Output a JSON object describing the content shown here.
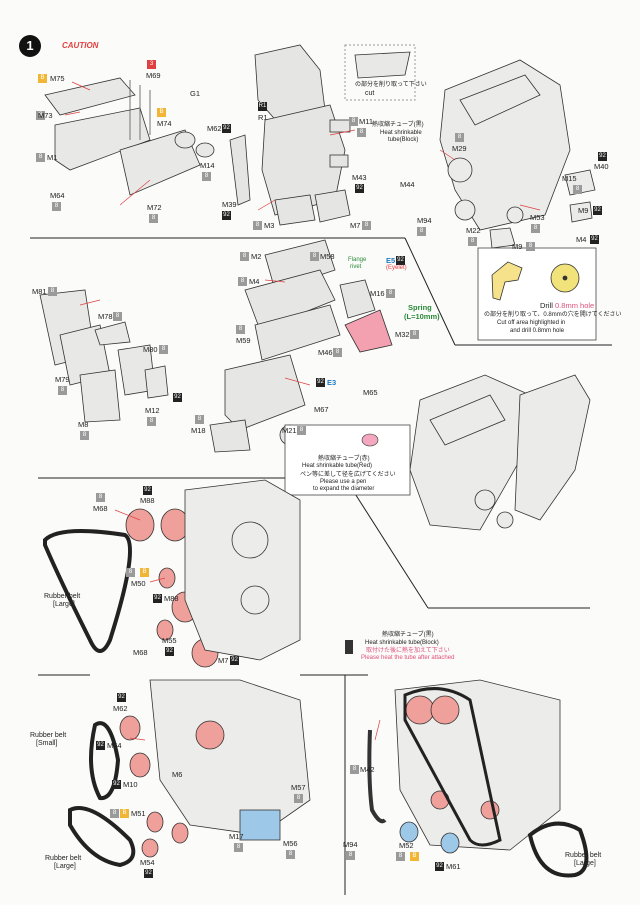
{
  "step": {
    "number": "1",
    "caution": "CAUTION"
  },
  "labels": {
    "m75": "M75",
    "m69": "M69",
    "m73": "M73",
    "m74": "M74",
    "g1": "G1",
    "m62a": "M62",
    "r1": "R1",
    "m11": "M11",
    "m1": "M1",
    "m14": "M14",
    "m64": "M64",
    "m72": "M72",
    "m43": "M43",
    "m39": "M39",
    "m3": "M3",
    "m7": "M7",
    "m29": "M29",
    "m40": "M40",
    "m44": "M44",
    "m15": "M15",
    "m94a": "M94",
    "m22": "M22",
    "m53": "M53",
    "m9a": "M9",
    "m9b": "M9",
    "m4a": "M4",
    "m2": "M2",
    "m58": "M58",
    "m4b": "M4",
    "m16": "M16",
    "m81": "M81",
    "m78": "M78",
    "m59": "M59",
    "m32": "M32",
    "m80": "M80",
    "m79": "M79",
    "m46": "M46",
    "m12": "M12",
    "m8": "M8",
    "m65": "M65",
    "m67": "M67",
    "m18": "M18",
    "m21": "M21",
    "m68a": "M68",
    "m88a": "M88",
    "m50": "M50",
    "m88b": "M88",
    "m55": "M55",
    "m68b": "M68",
    "m7b": "M7",
    "m62b": "M62",
    "m54a": "M54",
    "m6": "M6",
    "m10": "M10",
    "m57": "M57",
    "m51": "M51",
    "m17": "M17",
    "m56": "M56",
    "m54b": "M54",
    "m42": "M42",
    "m94b": "M94",
    "m52": "M52",
    "m61": "M61"
  },
  "tags": {
    "t3": "3",
    "tB": "B",
    "tE1": "E1",
    "tR1": "R1",
    "t92": "92",
    "t8": "8"
  },
  "notes": {
    "cut_jp": "の部分を削り取って下さい",
    "cut_en": "cut",
    "tube_block_jp": "熱収縮チューブ(黒)",
    "tube_block_en1": "Heat shrinkable",
    "tube_block_en2": "tube(Block)",
    "flange": "Flange",
    "rivet": "rivet",
    "e5": "E5",
    "e5_sub": "(Eyelet)",
    "spring1": "Spring",
    "spring2": "(L=10mm)",
    "drill": "Drill",
    "drill_size": "0.8mm hole",
    "cutoff_jp": "の部分を削り取って、0.8mmの穴を開けてください",
    "cutoff_en1": "Cut off area highlighted in",
    "cutoff_en2": "and drill  0.8mm hole",
    "e3": "E3",
    "tube_red_jp": "熱収縮チューブ(赤)",
    "tube_red_en": "Heat shrinkable tube(Red)",
    "pen_jp": "ペン等に差して径を広げてください",
    "pen_en1": "Please use a pen",
    "pen_en2": "to expand the diameter",
    "belt_large1": "Rubber belt",
    "belt_large2": "[Large]",
    "belt_small1": "Rubber belt",
    "belt_small2": "[Small]",
    "belt_large3": "Rubber belt",
    "belt_large4": "[Large]",
    "belt_large5": "Rubber belt",
    "belt_large6": "[Large]",
    "tube_b2_jp": "熱収縮チューブ(黒)",
    "tube_b2_en": "Heat shrinkable tube(Block)",
    "heat_jp": "取付けた後に熱を加えて下さい",
    "heat_en": "Please heat the tube after attached"
  },
  "colors": {
    "accent_red": "#e04040",
    "pink": "#e8506e",
    "gear": "#f0a09a",
    "gray_tag": "#9a9a9a",
    "yellow_tag": "#f2b636"
  }
}
